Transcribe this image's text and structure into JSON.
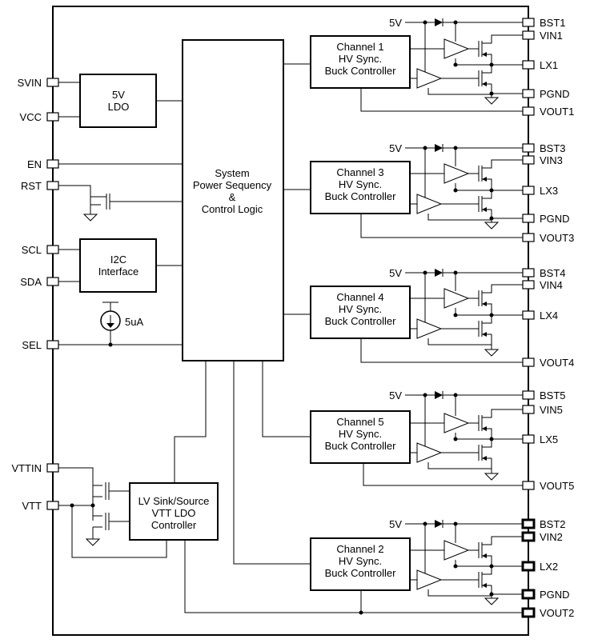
{
  "left_pins": [
    "SVIN",
    "VCC",
    "EN",
    "RST",
    "SCL",
    "SDA",
    "SEL",
    "VTTIN",
    "VTT"
  ],
  "blocks": {
    "ldo": [
      "5V",
      "LDO"
    ],
    "i2c": [
      "I2C",
      "Interface"
    ],
    "system": [
      "System",
      "Power Sequency",
      "&",
      "Control Logic"
    ],
    "vtt": [
      "LV Sink/Source",
      "VTT LDO",
      "Controller"
    ]
  },
  "current_source": "5uA",
  "channels": [
    {
      "lines": [
        "Channel 1",
        "HV Sync.",
        "Buck Controller"
      ],
      "supply": "5V",
      "pins": [
        "BST1",
        "VIN1",
        "LX1",
        "PGND",
        "VOUT1"
      ]
    },
    {
      "lines": [
        "Channel 3",
        "HV Sync.",
        "Buck Controller"
      ],
      "supply": "5V",
      "pins": [
        "BST3",
        "VIN3",
        "LX3",
        "PGND",
        "VOUT3"
      ]
    },
    {
      "lines": [
        "Channel 4",
        "HV Sync.",
        "Buck Controller"
      ],
      "supply": "5V",
      "pins": [
        "BST4",
        "VIN4",
        "LX4",
        "VOUT4"
      ]
    },
    {
      "lines": [
        "Channel 5",
        "HV Sync.",
        "Buck Controller"
      ],
      "supply": "5V",
      "pins": [
        "BST5",
        "VIN5",
        "LX5",
        "VOUT5"
      ]
    },
    {
      "lines": [
        "Channel 2",
        "HV Sync.",
        "Buck Controller"
      ],
      "supply": "5V",
      "pins": [
        "BST2",
        "VIN2",
        "LX2",
        "PGND",
        "VOUT2"
      ]
    }
  ]
}
